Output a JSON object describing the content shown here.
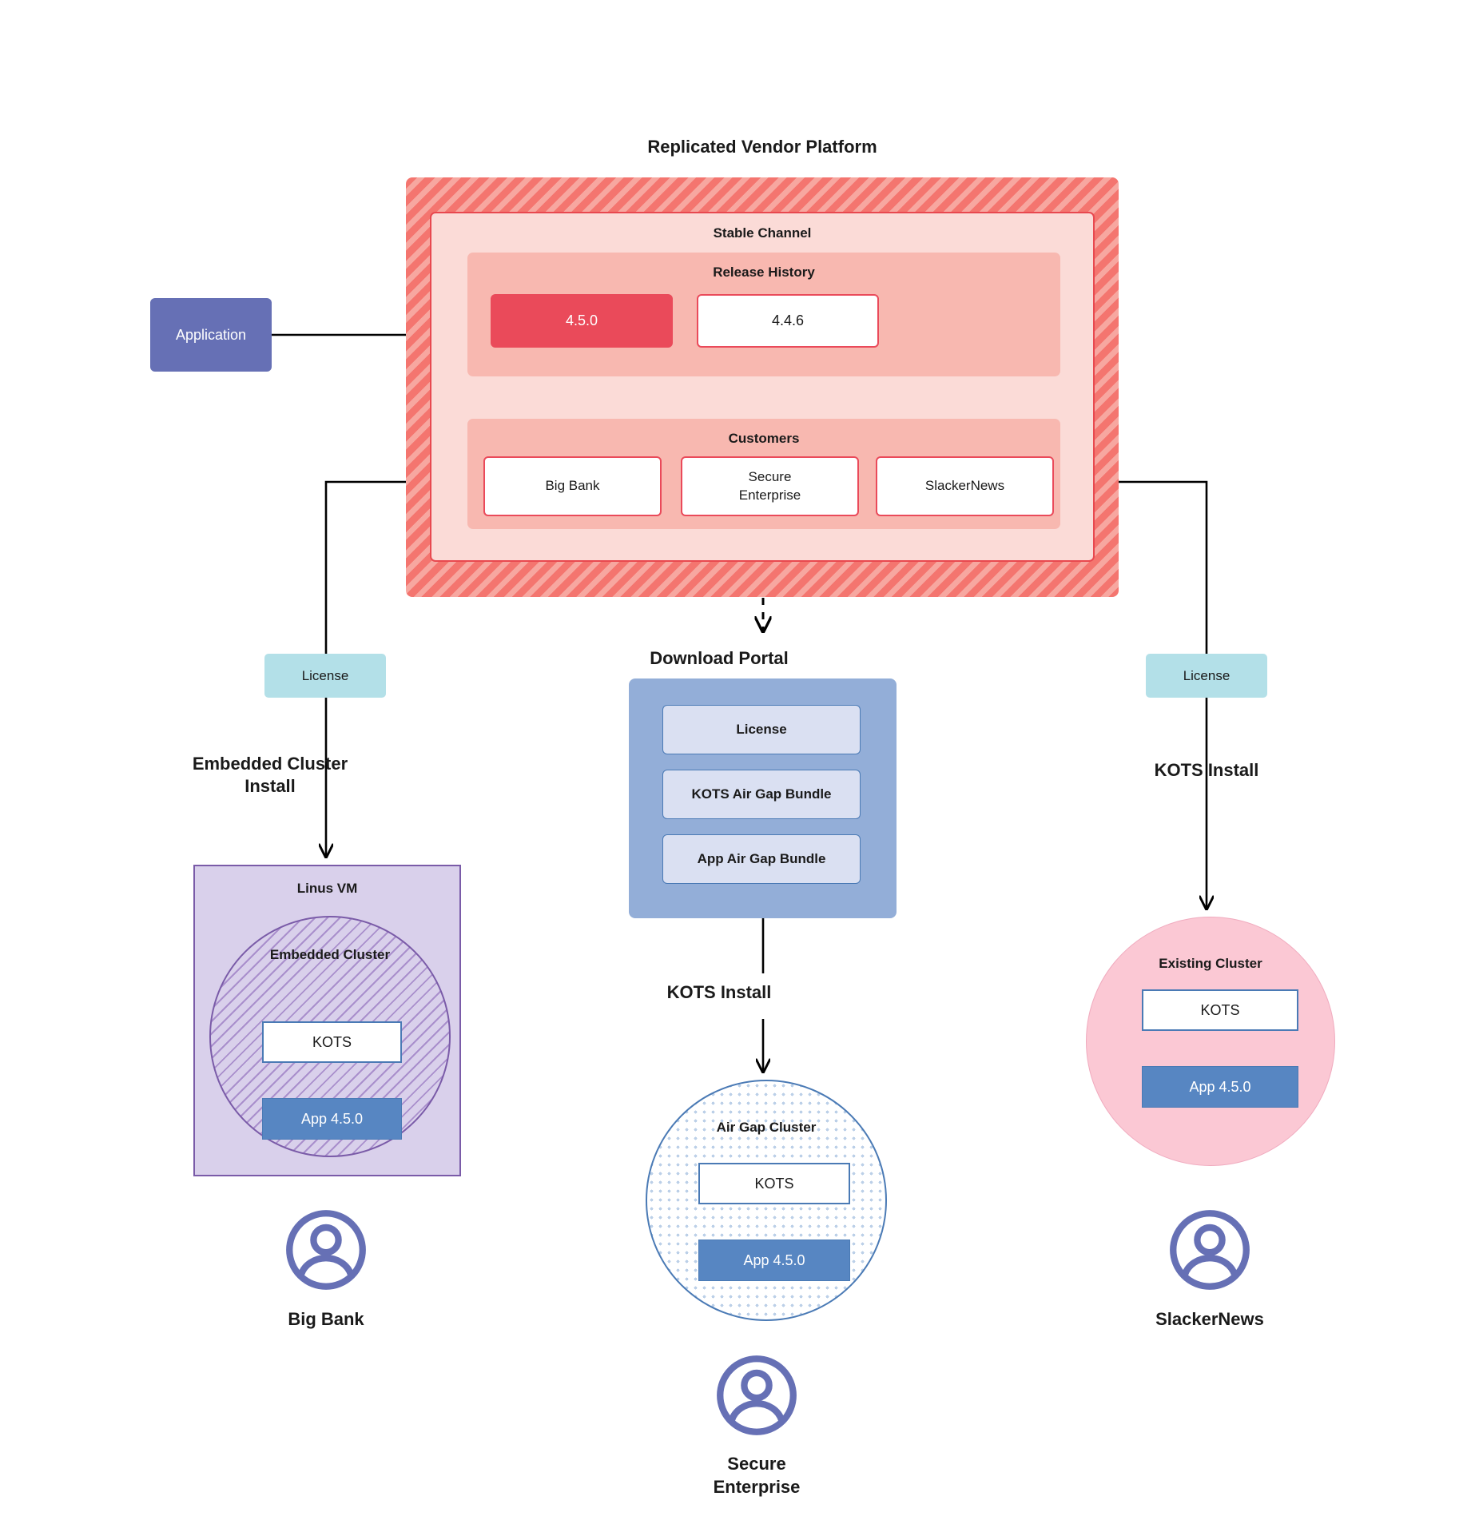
{
  "diagram": {
    "title": "Replicated Vendor Platform",
    "vendor_platform": {
      "title": "Replicated Vendor Platform",
      "channel": {
        "title": "Stable Channel",
        "release_history": {
          "title": "Release History",
          "releases": [
            {
              "version": "4.5.0",
              "state": "current"
            },
            {
              "version": "4.4.6",
              "state": "past"
            }
          ]
        },
        "customers": {
          "title": "Customers",
          "items": [
            {
              "name": "Big Bank"
            },
            {
              "name": "Secure\nEnterprise"
            },
            {
              "name": "SlackerNews"
            }
          ]
        }
      }
    },
    "application": {
      "label": "Application"
    },
    "licenses": {
      "left_label": "License",
      "right_label": "License"
    },
    "install_labels": {
      "embedded_cluster_install": "Embedded Cluster\nInstall",
      "kots_install_middle": "KOTS Install",
      "kots_install_right": "KOTS Install"
    },
    "download_portal": {
      "title": "Download  Portal",
      "items": [
        {
          "label": "License"
        },
        {
          "label": "KOTS Air Gap Bundle"
        },
        {
          "label": "App Air Gap Bundle"
        }
      ]
    },
    "targets": {
      "linux_vm": {
        "title": "Linus VM",
        "cluster_title": "Embedded Cluster",
        "kots": "KOTS",
        "app": "App 4.5.0"
      },
      "air_gap": {
        "cluster_title": "Air Gap Cluster",
        "kots": "KOTS",
        "app": "App 4.5.0"
      },
      "existing": {
        "cluster_title": "Existing Cluster",
        "kots": "KOTS",
        "app": "App 4.5.0"
      }
    },
    "personas": [
      {
        "name": "Big Bank"
      },
      {
        "name": "Secure\nEnterprise"
      },
      {
        "name": "SlackerNews"
      }
    ],
    "colors": {
      "platform_hatch": "#f4756f",
      "channel_fill": "#fbdbd7",
      "section_fill": "#f8b8b0",
      "release_current": "#ea4a5a",
      "application": "#6670b5",
      "license_chip": "#b3e0e8",
      "download_portal": "#93aed8",
      "portal_item": "#dae0f2",
      "linux_vm": "#d9d0eb",
      "existing_cluster": "#fbc8d4",
      "app_box": "#5786c2",
      "avatar": "#6670b5",
      "connector": "#000000"
    }
  }
}
